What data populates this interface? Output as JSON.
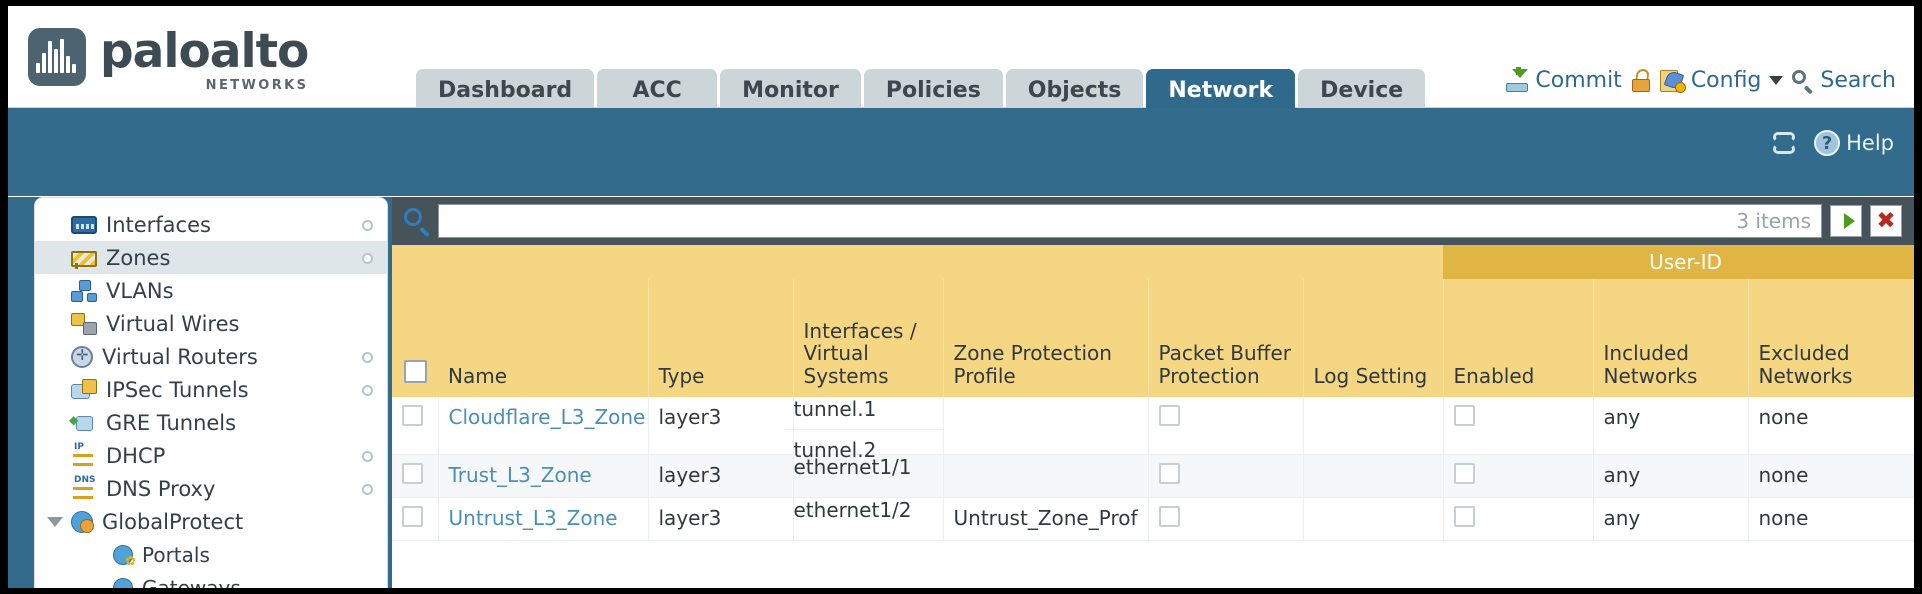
{
  "brand": {
    "name": "paloalto",
    "tagline": "NETWORKS",
    "registered": "®"
  },
  "nav": {
    "tabs": [
      {
        "label": "Dashboard",
        "active": false
      },
      {
        "label": "ACC",
        "active": false
      },
      {
        "label": "Monitor",
        "active": false
      },
      {
        "label": "Policies",
        "active": false
      },
      {
        "label": "Objects",
        "active": false
      },
      {
        "label": "Network",
        "active": true
      },
      {
        "label": "Device",
        "active": false
      }
    ]
  },
  "top_actions": {
    "commit": "Commit",
    "config": "Config",
    "search": "Search"
  },
  "toolbar": {
    "help": "Help",
    "help_glyph": "?"
  },
  "sidebar": {
    "items": [
      {
        "label": "Interfaces",
        "icon": "interfaces-icon",
        "has_dot": true,
        "selected": false,
        "sub": false
      },
      {
        "label": "Zones",
        "icon": "zones-icon",
        "has_dot": true,
        "selected": true,
        "sub": false
      },
      {
        "label": "VLANs",
        "icon": "vlans-icon",
        "has_dot": false,
        "selected": false,
        "sub": false
      },
      {
        "label": "Virtual Wires",
        "icon": "virtual-wires-icon",
        "has_dot": false,
        "selected": false,
        "sub": false
      },
      {
        "label": "Virtual Routers",
        "icon": "virtual-routers-icon",
        "has_dot": true,
        "selected": false,
        "sub": false
      },
      {
        "label": "IPSec Tunnels",
        "icon": "ipsec-tunnels-icon",
        "has_dot": true,
        "selected": false,
        "sub": false
      },
      {
        "label": "GRE Tunnels",
        "icon": "gre-tunnels-icon",
        "has_dot": false,
        "selected": false,
        "sub": false
      },
      {
        "label": "DHCP",
        "icon": "dhcp-icon",
        "has_dot": true,
        "selected": false,
        "sub": false
      },
      {
        "label": "DNS Proxy",
        "icon": "dns-proxy-icon",
        "has_dot": true,
        "selected": false,
        "sub": false
      },
      {
        "label": "GlobalProtect",
        "icon": "globalprotect-icon",
        "has_dot": false,
        "selected": false,
        "sub": false,
        "expanded": true
      },
      {
        "label": "Portals",
        "icon": "portals-icon",
        "has_dot": false,
        "selected": false,
        "sub": true
      },
      {
        "label": "Gateways",
        "icon": "gateways-icon",
        "has_dot": false,
        "selected": false,
        "sub": true
      }
    ],
    "dhcp_icon_text": "IP",
    "dns_icon_text": "DNS"
  },
  "search": {
    "value": "",
    "placeholder": "",
    "items_count": "3 items"
  },
  "table": {
    "group_header": "User-ID",
    "columns": [
      "Name",
      "Type",
      "Interfaces / Virtual Systems",
      "Zone Protection Profile",
      "Packet Buffer Protection",
      "Log Setting",
      "Enabled",
      "Included Networks",
      "Excluded Networks"
    ],
    "rows": [
      {
        "name": "Cloudflare_L3_Zone",
        "type": "layer3",
        "interfaces": [
          "tunnel.1",
          "tunnel.2"
        ],
        "zone_protection_profile": "",
        "packet_buffer_protection": false,
        "log_setting": "",
        "userid_enabled": false,
        "included_networks": "any",
        "excluded_networks": "none"
      },
      {
        "name": "Trust_L3_Zone",
        "type": "layer3",
        "interfaces": [
          "ethernet1/1"
        ],
        "zone_protection_profile": "",
        "packet_buffer_protection": false,
        "log_setting": "",
        "userid_enabled": false,
        "included_networks": "any",
        "excluded_networks": "none"
      },
      {
        "name": "Untrust_L3_Zone",
        "type": "layer3",
        "interfaces": [
          "ethernet1/2"
        ],
        "zone_protection_profile": "Untrust_Zone_Prof",
        "packet_buffer_protection": false,
        "log_setting": "",
        "userid_enabled": false,
        "included_networks": "any",
        "excluded_networks": "none"
      }
    ]
  },
  "colors": {
    "brand_blue": "#336b8c",
    "active_tab": "#2f6a8c",
    "header_yellow": "#f5d682",
    "group_yellow": "#e0b543",
    "link_blue": "#4a8fb5",
    "toolbar_dark": "#46535b"
  }
}
